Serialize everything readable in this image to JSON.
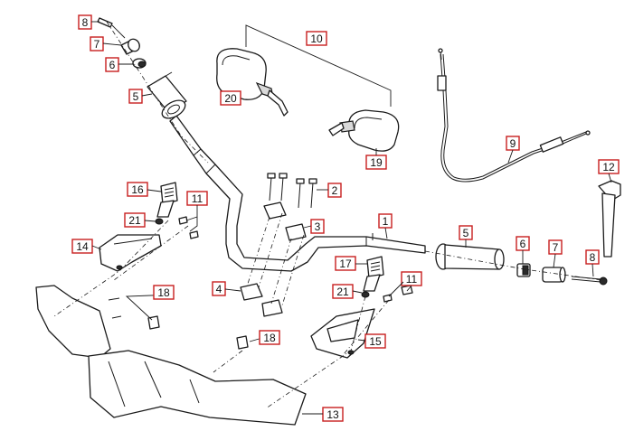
{
  "callouts": {
    "c1": "1",
    "c2": "2",
    "c3": "3",
    "c4": "4",
    "c5a": "5",
    "c5b": "5",
    "c6a": "6",
    "c6b": "6",
    "c7a": "7",
    "c7b": "7",
    "c8a": "8",
    "c8b": "8",
    "c9": "9",
    "c10": "10",
    "c11a": "11",
    "c11b": "11",
    "c12": "12",
    "c13": "13",
    "c14": "14",
    "c15": "15",
    "c16": "16",
    "c17": "17",
    "c18a": "18",
    "c18b": "18",
    "c19": "19",
    "c20": "20",
    "c21a": "21",
    "c21b": "21"
  },
  "colors": {
    "callout_border": "#c81e1e",
    "line": "#1a1a1a"
  }
}
